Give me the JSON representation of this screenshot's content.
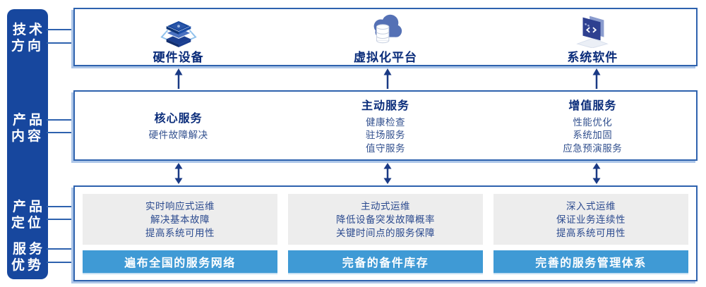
{
  "sidebar": {
    "labels": [
      {
        "text": "技术\n方向"
      },
      {
        "text": "产品\n内容"
      },
      {
        "text": "产品\n定位"
      },
      {
        "text": "服务\n优势"
      }
    ]
  },
  "top_row": {
    "items": [
      {
        "icon": "server-stack-icon",
        "label": "硬件设备"
      },
      {
        "icon": "cloud-database-icon",
        "label": "虚拟化平台"
      },
      {
        "icon": "software-window-icon",
        "label": "系统软件"
      }
    ]
  },
  "middle_row": {
    "columns": [
      {
        "title": "核心服务",
        "items": [
          "硬件故障解决"
        ]
      },
      {
        "title": "主动服务",
        "items": [
          "健康检查",
          "驻场服务",
          "值守服务"
        ]
      },
      {
        "title": "增值服务",
        "items": [
          "性能优化",
          "系统加固",
          "应急预演服务"
        ]
      }
    ]
  },
  "bottom_row": {
    "columns": [
      {
        "lines": [
          "实时响应式运维",
          "解决基本故障",
          "提高系统可用性"
        ],
        "banner": "遍布全国的服务网络"
      },
      {
        "lines": [
          "主动式运维",
          "降低设备突发故障概率",
          "关键时间点的服务保障"
        ],
        "banner": "完备的备件库存"
      },
      {
        "lines": [
          "深入式运维",
          "保证业务连续性",
          "提高系统可用性"
        ],
        "banner": "完善的服务管理体系"
      }
    ]
  },
  "colors": {
    "sidebar_bg": "#17479E",
    "box_border": "#2E62AE",
    "box_shadow": "#ADC6E8",
    "banner_bg": "#3F9AD5",
    "gray_panel": "#EDEDED",
    "title_text": "#0A2C7A",
    "body_text": "#33518F",
    "arrow": "#1A3A85"
  }
}
